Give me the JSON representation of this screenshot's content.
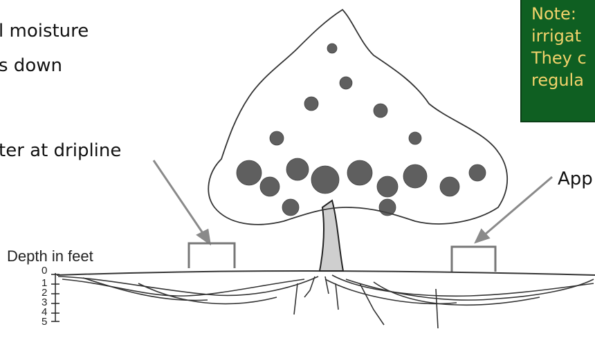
{
  "labels": {
    "line1": "l moisture",
    "line2": "s down",
    "dripline": "ter at dripline",
    "right_label": "App"
  },
  "note": {
    "lines": [
      "Note:",
      "irrigat",
      "They c",
      "regula"
    ],
    "bg_color": "#0f5f22",
    "text_color": "#f2d36b"
  },
  "depth_scale": {
    "title": "Depth in feet",
    "ticks": [
      "0",
      "1",
      "2",
      "3",
      "4",
      "5"
    ]
  }
}
